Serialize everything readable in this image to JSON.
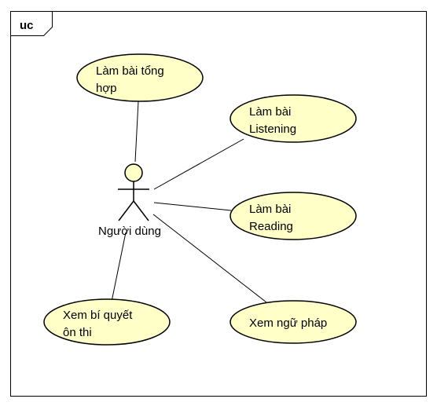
{
  "frame": {
    "label": "uc"
  },
  "actor": {
    "name": "Người dùng"
  },
  "use_cases": [
    {
      "id": "lam-bai-tong-hop",
      "lines": [
        "Làm bài tổng",
        "hợp"
      ]
    },
    {
      "id": "lam-bai-listening",
      "lines": [
        "Làm bài",
        "Listening"
      ]
    },
    {
      "id": "lam-bai-reading",
      "lines": [
        "Làm bài",
        "Reading"
      ]
    },
    {
      "id": "xem-ngu-phap",
      "lines": [
        "Xem ngữ pháp"
      ]
    },
    {
      "id": "xem-bi-quyet-on-thi",
      "lines": [
        "Xem bí quyết",
        "ôn thi"
      ]
    }
  ],
  "colors": {
    "use_case_fill": "#ffffc8",
    "actor_head_fill": "#ffffc8",
    "stroke": "#000000",
    "frame_stroke": "#000000"
  }
}
